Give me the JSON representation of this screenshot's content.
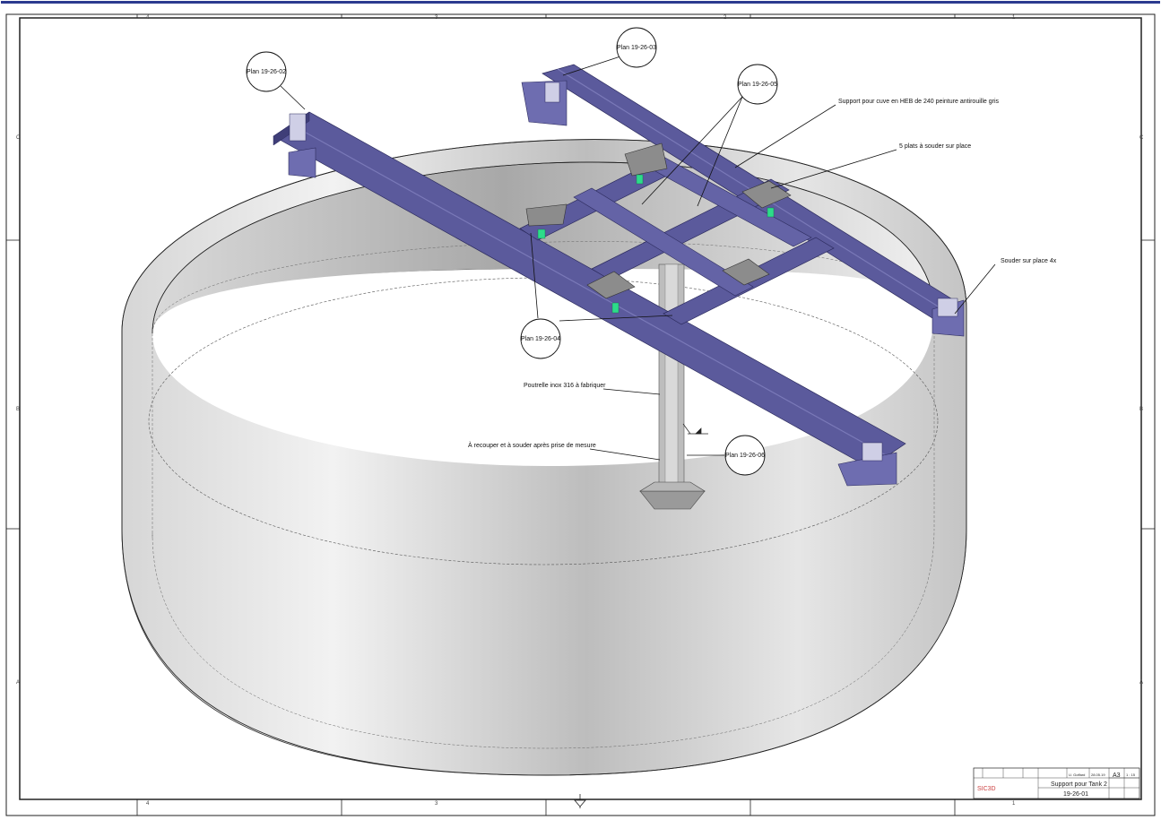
{
  "callouts": {
    "plan_02": "Plan 19-26-02",
    "plan_03": "Plan 19-26-03",
    "plan_05": "Plan 19-26-05",
    "plan_04": "Plan 19-26-04",
    "plan_06": "Plan 19-26-06"
  },
  "annotations": {
    "support": "Support pour cuve en HEB de 240 peinture antirouille gris",
    "plates": "5 plats à souder sur place",
    "weld": "Souder sur place 4x",
    "beam": "Poutrelle inox 316 à fabriquer",
    "cut": "À recouper et à souder après prise de mesure"
  },
  "frame": {
    "columns": [
      "4",
      "3",
      "2",
      "1"
    ],
    "rows": [
      "C",
      "B",
      "A"
    ]
  },
  "title_block": {
    "title": "Support pour Tank 2",
    "number": "19-26-01",
    "format": "A3",
    "scale": "1 : 15",
    "drawn_by": "U. Goffard",
    "date": "28.05.19",
    "logo": "SIC3D"
  },
  "colors": {
    "steel": "#5b5a9c",
    "steel_dark": "#3f3e78",
    "steel_light": "#7a79b8",
    "plate": "#8c8c8c",
    "gusset": "#2ddc8a",
    "tank": "#d8d8d8"
  }
}
